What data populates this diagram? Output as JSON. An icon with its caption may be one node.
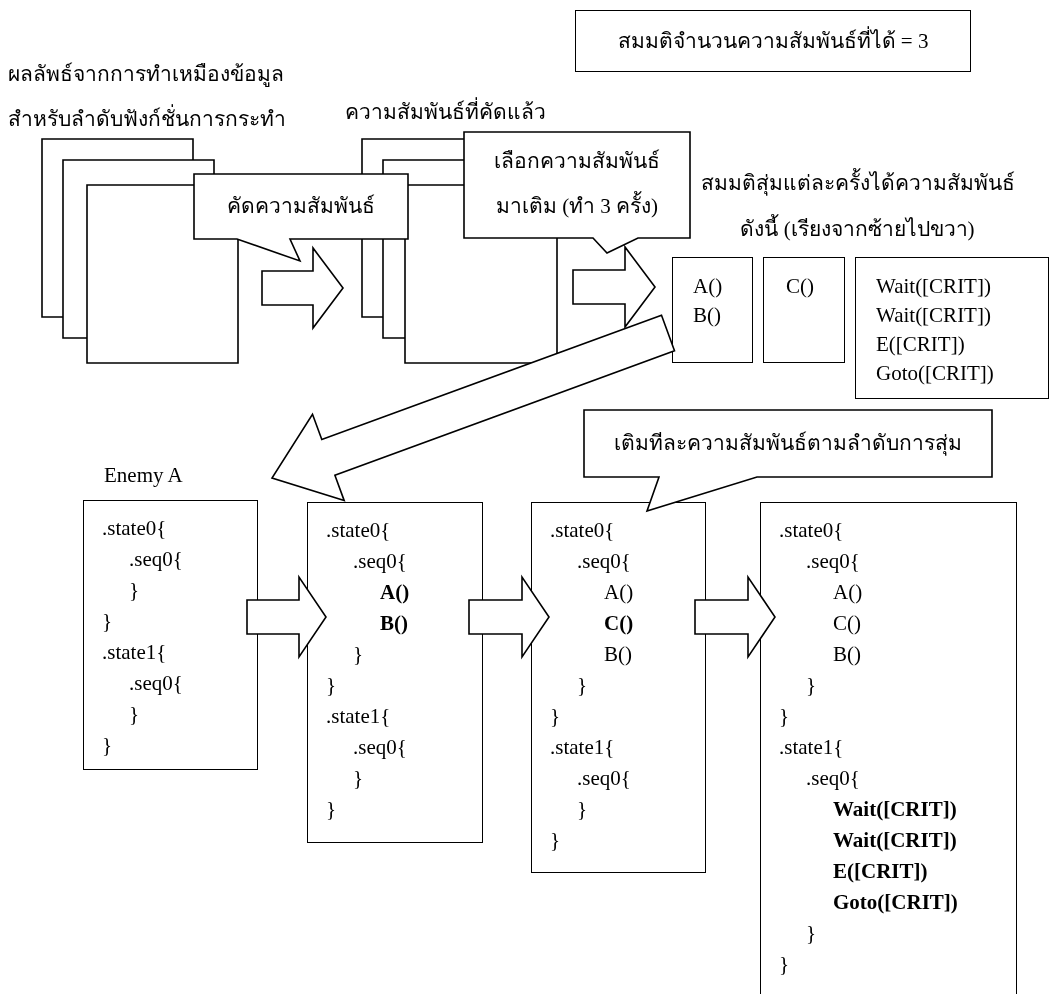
{
  "diagram": {
    "nodes": [
      {
        "text": [
          "ผลลัพธ์จากการทำเหมืองข้อมูลสำหรับลำดับฟังก์ชั่นการกระทำ"
        ]
      },
      {
        "text": [
          "คัดความสัมพันธ์"
        ]
      },
      {
        "text": [
          "ความสัมพันธ์ที่คัดแล้ว"
        ]
      },
      {
        "text": [
          "เลือกความสัมพันธ์มาเติม (ทำ 3 ครั้ง)"
        ]
      },
      {
        "text": [
          "สมมติจำนวนความสัมพันธ์ที่ได้ = 3"
        ]
      },
      {
        "text": [
          "A()",
          "B()"
        ]
      },
      {
        "text": [
          "C()"
        ]
      },
      {
        "text": [
          "Wait([CRIT])",
          "Wait([CRIT])",
          "E([CRIT])",
          "Goto([CRIT])"
        ]
      },
      {
        "text": [
          "เติมทีละความสัมพันธ์ตามลำดับการสุ่ม"
        ]
      },
      {
        "text": [
          ".state0{",
          ".seq0{",
          "}",
          "}",
          ".state1{",
          ".seq0{",
          "}",
          "}"
        ],
        "beside": [
          "Enemy A"
        ]
      },
      {
        "text": [
          ".state0{",
          ".seq0{",
          "**A()**",
          "**B()**",
          "}",
          "}",
          ".state1{",
          ".seq0{",
          "}",
          "}"
        ]
      },
      {
        "text": [
          ".state0{",
          ".seq0{",
          "A()",
          "**C()**",
          "B()",
          "}",
          "}",
          ".state1{",
          ".seq0{",
          "}",
          "}"
        ]
      },
      {
        "text": [
          ".state0{",
          ".seq0{",
          "A()",
          "C()",
          "B()",
          "}",
          "}",
          ".state1{",
          ".seq0{",
          "**Wait([CRIT])**",
          "**Wait([CRIT])**",
          "**E([CRIT])**",
          "**Goto([CRIT])**",
          "}",
          "}"
        ]
      }
    ],
    "edges": [
      {
        "from": 0,
        "to": 2,
        "arrow": "to"
      },
      {
        "from": 2,
        "to": 5,
        "arrow": "to"
      },
      {
        "from": 5,
        "to": 9,
        "arrow": "to"
      },
      {
        "from": 9,
        "to": 10,
        "arrow": "to"
      },
      {
        "from": 10,
        "to": 11,
        "arrow": "to"
      },
      {
        "from": 11,
        "to": 12,
        "arrow": "to"
      }
    ],
    "labels": [
      "สมมติสุ่มแต่ละครั้งได้ความสัมพันธ์ดังนี้ (เรียงจากซ้ายไปขวา)"
    ]
  }
}
